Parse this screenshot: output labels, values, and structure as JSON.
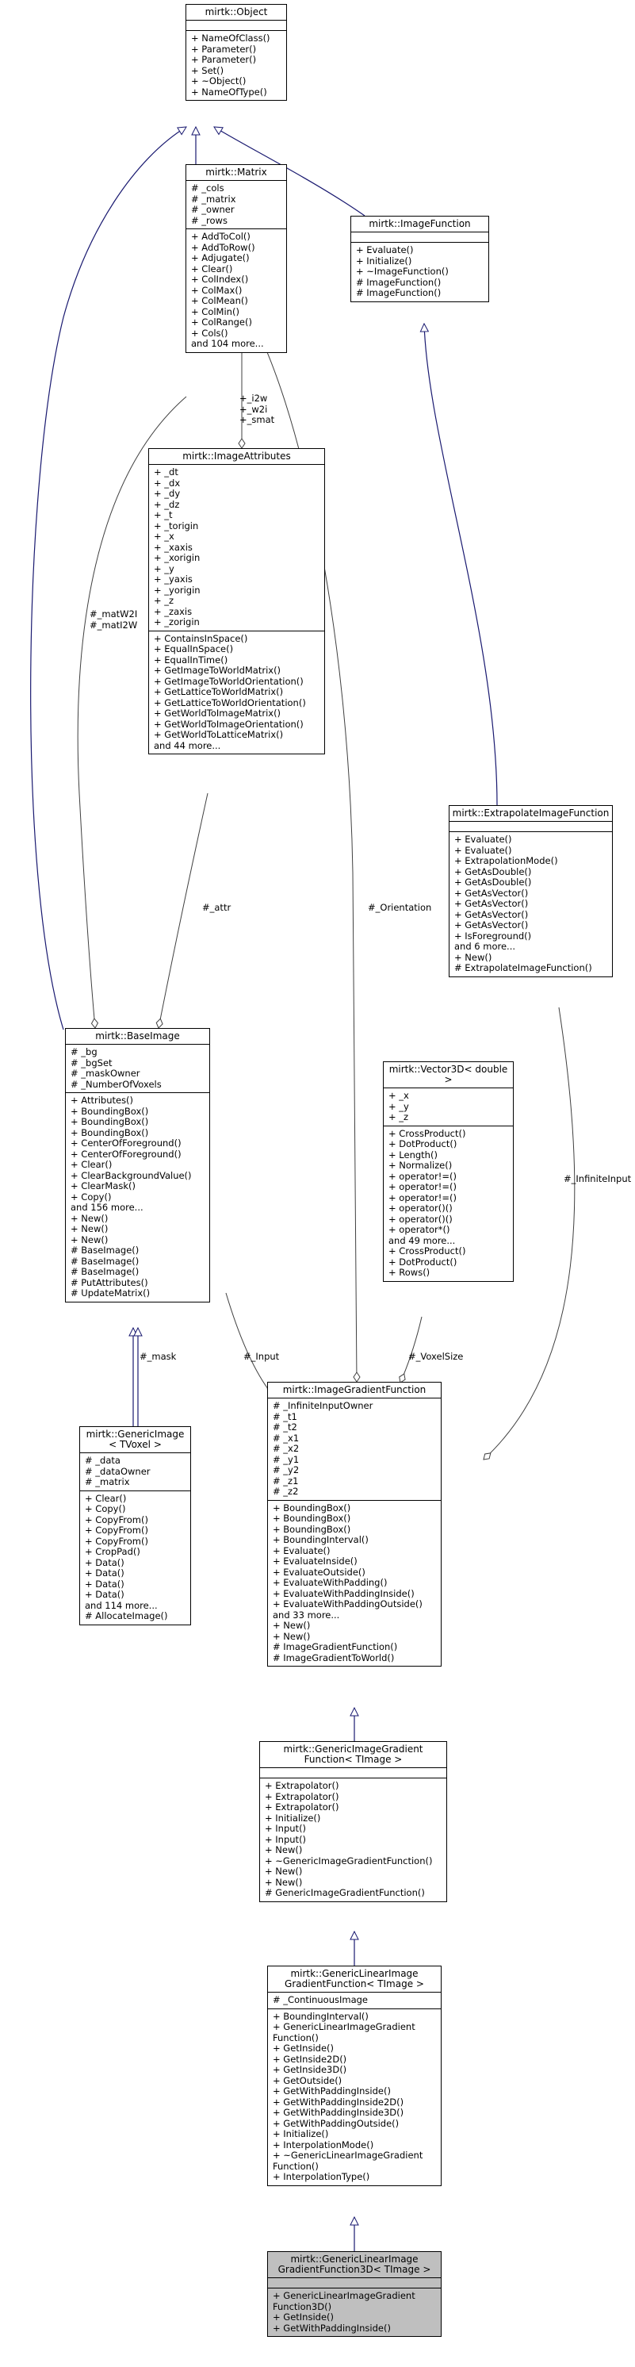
{
  "classes": {
    "object": {
      "title": [
        "mirtk::Object"
      ],
      "attributes": [],
      "methods": [
        "+ NameOfClass()",
        "+ Parameter()",
        "+ Parameter()",
        "+ Set()",
        "+ ~Object()",
        "+ NameOfType()"
      ]
    },
    "matrix": {
      "title": [
        "mirtk::Matrix"
      ],
      "attributes": [
        "# _cols",
        "# _matrix",
        "# _owner",
        "# _rows"
      ],
      "methods": [
        "+ AddToCol()",
        "+ AddToRow()",
        "+ Adjugate()",
        "+ Clear()",
        "+ ColIndex()",
        "+ ColMax()",
        "+ ColMean()",
        "+ ColMin()",
        "+ ColRange()",
        "+ Cols()",
        "and 104 more..."
      ]
    },
    "imagefunction": {
      "title": [
        "mirtk::ImageFunction"
      ],
      "attributes": [],
      "methods": [
        "+ Evaluate()",
        "+ Initialize()",
        "+ ~ImageFunction()",
        "# ImageFunction()",
        "# ImageFunction()"
      ]
    },
    "imageattributes": {
      "title": [
        "mirtk::ImageAttributes"
      ],
      "attributes": [
        "+ _dt",
        "+ _dx",
        "+ _dy",
        "+ _dz",
        "+ _t",
        "+ _torigin",
        "+ _x",
        "+ _xaxis",
        "+ _xorigin",
        "+ _y",
        "+ _yaxis",
        "+ _yorigin",
        "+ _z",
        "+ _zaxis",
        "+ _zorigin"
      ],
      "methods": [
        "+ ContainsInSpace()",
        "+ EqualInSpace()",
        "+ EqualInTime()",
        "+ GetImageToWorldMatrix()",
        "+ GetImageToWorldOrientation()",
        "+ GetLatticeToWorldMatrix()",
        "+ GetLatticeToWorldOrientation()",
        "+ GetWorldToImageMatrix()",
        "+ GetWorldToImageOrientation()",
        "+ GetWorldToLatticeMatrix()",
        "and 44 more..."
      ]
    },
    "extrapolate": {
      "title": [
        "mirtk::ExtrapolateImageFunction"
      ],
      "attributes": [],
      "methods": [
        "+ Evaluate()",
        "+ Evaluate()",
        "+ ExtrapolationMode()",
        "+ GetAsDouble()",
        "+ GetAsDouble()",
        "+ GetAsVector()",
        "+ GetAsVector()",
        "+ GetAsVector()",
        "+ GetAsVector()",
        "+ IsForeground()",
        "and 6 more...",
        "+ New()",
        "# ExtrapolateImageFunction()"
      ]
    },
    "baseimage": {
      "title": [
        "mirtk::BaseImage"
      ],
      "attributes": [
        "# _bg",
        "# _bgSet",
        "# _maskOwner",
        "# _NumberOfVoxels"
      ],
      "methods": [
        "+ Attributes()",
        "+ BoundingBox()",
        "+ BoundingBox()",
        "+ BoundingBox()",
        "+ CenterOfForeground()",
        "+ CenterOfForeground()",
        "+ Clear()",
        "+ ClearBackgroundValue()",
        "+ ClearMask()",
        "+ Copy()",
        "and 156 more...",
        "+ New()",
        "+ New()",
        "+ New()",
        "# BaseImage()",
        "# BaseImage()",
        "# BaseImage()",
        "# PutAttributes()",
        "# UpdateMatrix()"
      ]
    },
    "vector3d": {
      "title": [
        "mirtk::Vector3D< double >"
      ],
      "attributes": [
        "+ _x",
        "+ _y",
        "+ _z"
      ],
      "methods": [
        "+ CrossProduct()",
        "+ DotProduct()",
        "+ Length()",
        "+ Normalize()",
        "+ operator!=()",
        "+ operator!=()",
        "+ operator!=()",
        "+ operator()()",
        "+ operator()()",
        "+ operator*()",
        "and 49 more...",
        "+ CrossProduct()",
        "+ DotProduct()",
        "+ Rows()"
      ]
    },
    "genericimage": {
      "title": [
        "mirtk::GenericImage",
        "< TVoxel >"
      ],
      "attributes": [
        "# _data",
        "# _dataOwner",
        "# _matrix"
      ],
      "methods": [
        "+ Clear()",
        "+ Copy()",
        "+ CopyFrom()",
        "+ CopyFrom()",
        "+ CopyFrom()",
        "+ CropPad()",
        "+ Data()",
        "+ Data()",
        "+ Data()",
        "+ Data()",
        "and 114 more...",
        "# AllocateImage()"
      ]
    },
    "imagegradient": {
      "title": [
        "mirtk::ImageGradientFunction"
      ],
      "attributes": [
        "# _InfiniteInputOwner",
        "# _t1",
        "# _t2",
        "# _x1",
        "# _x2",
        "# _y1",
        "# _y2",
        "# _z1",
        "# _z2"
      ],
      "methods": [
        "+ BoundingBox()",
        "+ BoundingBox()",
        "+ BoundingBox()",
        "+ BoundingInterval()",
        "+ Evaluate()",
        "+ EvaluateInside()",
        "+ EvaluateOutside()",
        "+ EvaluateWithPadding()",
        "+ EvaluateWithPaddingInside()",
        "+ EvaluateWithPaddingOutside()",
        "and 33 more...",
        "+ New()",
        "+ New()",
        "# ImageGradientFunction()",
        "# ImageGradientToWorld()"
      ]
    },
    "genericgradient": {
      "title": [
        "mirtk::GenericImageGradient",
        "Function< TImage >"
      ],
      "attributes": [],
      "methods": [
        "+ Extrapolator()",
        "+ Extrapolator()",
        "+ Extrapolator()",
        "+ Initialize()",
        "+ Input()",
        "+ Input()",
        "+ New()",
        "+ ~GenericImageGradientFunction()",
        "+ New()",
        "+ New()",
        "# GenericImageGradientFunction()"
      ]
    },
    "genericlinear": {
      "title": [
        "mirtk::GenericLinearImage",
        "GradientFunction< TImage >"
      ],
      "attributes": [
        "# _ContinuousImage"
      ],
      "methods": [
        "+ BoundingInterval()",
        "+ GenericLinearImageGradient",
        "Function()",
        "+ GetInside()",
        "+ GetInside2D()",
        "+ GetInside3D()",
        "+ GetOutside()",
        "+ GetWithPaddingInside()",
        "+ GetWithPaddingInside2D()",
        "+ GetWithPaddingInside3D()",
        "+ GetWithPaddingOutside()",
        "+ Initialize()",
        "+ InterpolationMode()",
        "+ ~GenericLinearImageGradient",
        "Function()",
        "+ InterpolationType()"
      ]
    },
    "linear3d": {
      "title": [
        "mirtk::GenericLinearImage",
        "GradientFunction3D< TImage >"
      ],
      "attributes": [],
      "methods": [
        "+ GenericLinearImageGradient",
        "Function3D()",
        "+ GetInside()",
        "+ GetWithPaddingInside()"
      ]
    }
  },
  "edge_labels": {
    "smat": [
      "+_i2w",
      "+_w2i",
      "+_smat"
    ],
    "matw2i": [
      "#_matW2I",
      "#_matI2W"
    ],
    "attr": "#_attr",
    "orientation": "#_Orientation",
    "infinite": "#_InfiniteInput",
    "mask": "#_mask",
    "input": "#_Input",
    "voxelsize": "#_VoxelSize"
  }
}
